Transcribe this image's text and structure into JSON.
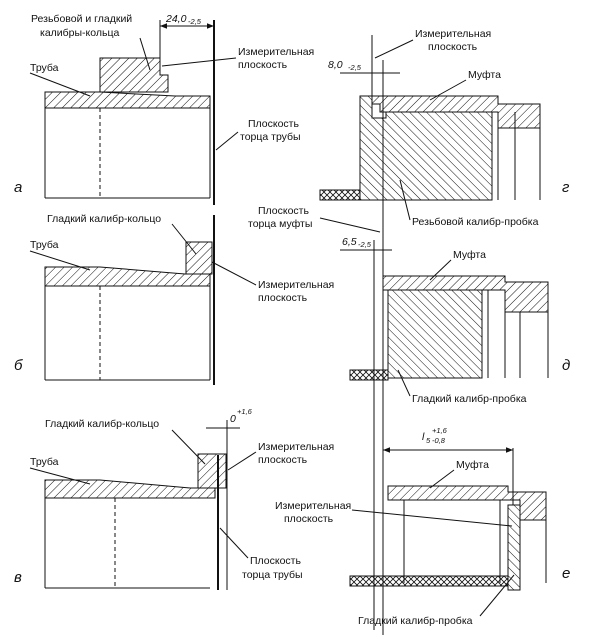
{
  "panels": {
    "a": {
      "letter": "а",
      "gauge_label_line1": "Резьбовой и гладкий",
      "gauge_label_line2": "калибры-кольца",
      "pipe_label": "Труба",
      "dim_value": "24,0",
      "dim_tol": "-2,5",
      "measure_plane_line1": "Измерительная",
      "measure_plane_line2": "плоскость",
      "end_plane_line1": "Плоскость",
      "end_plane_line2": "торца трубы"
    },
    "b": {
      "letter": "б",
      "gauge_label": "Гладкий калибр-кольцо",
      "pipe_label": "Труба",
      "measure_plane_line1": "Измерительная",
      "measure_plane_line2": "плоскость"
    },
    "v": {
      "letter": "в",
      "gauge_label": "Гладкий калибр-кольцо",
      "pipe_label": "Труба",
      "dim_value": "0",
      "dim_tol": "+1,6",
      "measure_plane_line1": "Измерительная",
      "measure_plane_line2": "плоскость",
      "end_plane_line1": "Плоскость",
      "end_plane_line2": "торца трубы"
    },
    "g": {
      "letter": "г",
      "measure_plane_line1": "Измерительная",
      "measure_plane_line2": "плоскость",
      "dim_value": "8,0",
      "dim_tol": "-2,5",
      "coupling_label": "Муфта",
      "gauge_label": "Резьбовой калибр-пробка"
    },
    "d": {
      "letter": "д",
      "coupling_end_line1": "Плоскость",
      "coupling_end_line2": "торца муфты",
      "dim_value": "6,5",
      "dim_tol": "-2,5",
      "coupling_label": "Муфта",
      "gauge_label": "Гладкий калибр-пробка"
    },
    "e": {
      "letter": "е",
      "dim_l": "l",
      "dim_l_sub": "5",
      "dim_l_sup": "+1,6",
      "dim_l_low": "-0,8",
      "coupling_label": "Муфта",
      "measure_plane_line1": "Измерительная",
      "measure_plane_line2": "плоскость",
      "gauge_label": "Гладкий калибр-пробка"
    }
  }
}
